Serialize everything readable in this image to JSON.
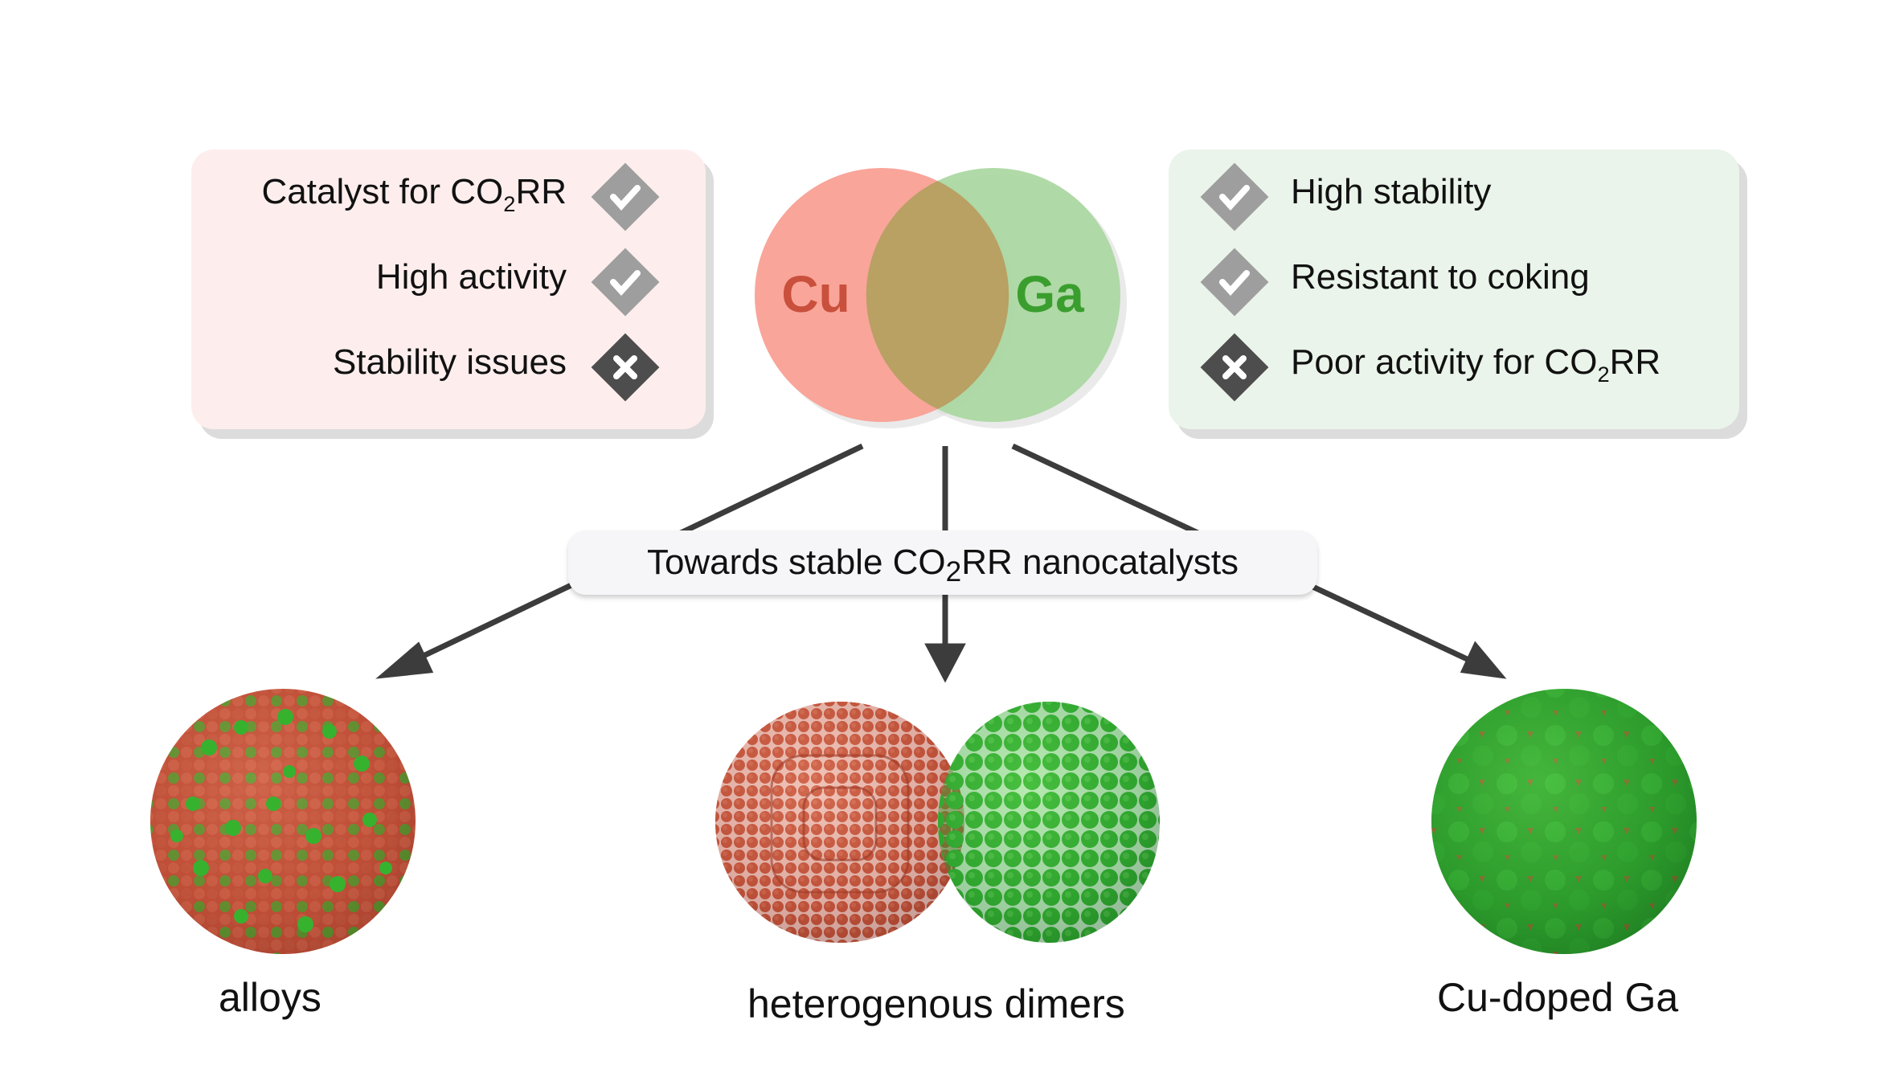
{
  "cu_card": {
    "items": [
      {
        "text_pre": "Catalyst for CO",
        "sub": "2",
        "text_post": "RR",
        "mark": "check-icon"
      },
      {
        "text_pre": "High activity",
        "sub": "",
        "text_post": "",
        "mark": "check-icon"
      },
      {
        "text_pre": "Stability issues",
        "sub": "",
        "text_post": "",
        "mark": "cross-icon"
      }
    ],
    "bg": "#fdeeed"
  },
  "ga_card": {
    "items": [
      {
        "text_pre": "High stability",
        "sub": "",
        "text_post": "",
        "mark": "check-icon"
      },
      {
        "text_pre": "Resistant to coking",
        "sub": "",
        "text_post": "",
        "mark": "check-icon"
      },
      {
        "text_pre": "Poor activity for CO",
        "sub": "2",
        "text_post": "RR",
        "mark": "cross-icon"
      }
    ],
    "bg": "#eaf4ea"
  },
  "venn": {
    "left_label": "Cu",
    "right_label": "Ga",
    "left_color": "#f9a59a",
    "right_color": "#a9d7a0",
    "left_text_color": "#c9503c",
    "right_text_color": "#3a9e2e"
  },
  "banner": {
    "text_pre": "Towards stable CO",
    "sub": "2",
    "text_post": "RR nanocatalysts"
  },
  "structures": [
    {
      "label": "alloys"
    },
    {
      "label": "heterogenous dimers"
    },
    {
      "label": "Cu-doped Ga"
    }
  ],
  "colors": {
    "copper": "#c0503a",
    "gallium": "#2e9a2a",
    "arrow": "#3c3c3c"
  }
}
